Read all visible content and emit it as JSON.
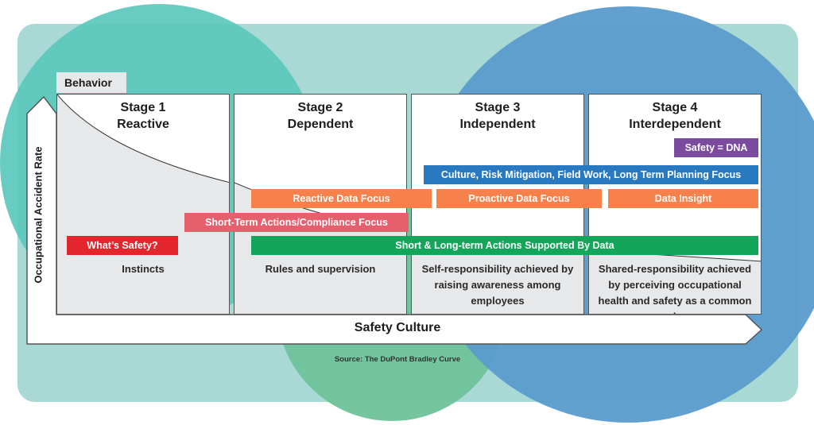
{
  "colors": {
    "teal_circle": "#5cc8bd",
    "blue_circle": "#5a9ccc",
    "green_circle": "#6ec39a",
    "panel": "#a9d9d4",
    "curve_fill": "#e7e8ea",
    "red": "#e3262b",
    "pink": "#e65f6d",
    "orange": "#f7814a",
    "green": "#13a65a",
    "blue": "#2879c0",
    "purple": "#7a4b9e"
  },
  "behavior_label": "Behavior",
  "y_axis_label": "Occupational Accident Rate",
  "x_axis_label": "Safety Culture",
  "source": "Source: The DuPont Bradley Curve",
  "stages": [
    {
      "number": "Stage 1",
      "name": "Reactive",
      "description": "Instincts"
    },
    {
      "number": "Stage 2",
      "name": "Dependent",
      "description": "Rules and supervision"
    },
    {
      "number": "Stage 3",
      "name": "Independent",
      "description": "Self-responsibility achieved by raising awareness among employees"
    },
    {
      "number": "Stage 4",
      "name": "Interdependent",
      "description": "Shared-responsibility achieved by perceiving occupational health and safety as a common value"
    }
  ],
  "bars": {
    "whats_safety": "What’s Safety?",
    "short_term": "Short-Term Actions/Compliance Focus",
    "reactive_data": "Reactive Data Focus",
    "proactive_data": "Proactive Data Focus",
    "data_insight": "Data Insight",
    "culture": "Culture, Risk Mitigation, Field Work, Long Term Planning Focus",
    "safety_dna": "Safety = DNA",
    "short_long_term": "Short & Long-term Actions Supported By Data"
  }
}
